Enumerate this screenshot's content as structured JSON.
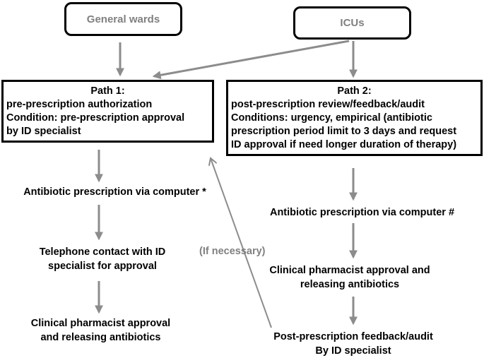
{
  "nodes": {
    "general_wards": "General wards",
    "icus": "ICUs",
    "path1": {
      "title": "Path 1:",
      "lines": [
        "pre-prescription authorization",
        "Condition: pre-prescription approval",
        "by ID specialist"
      ]
    },
    "path2": {
      "title": "Path 2:",
      "lines": [
        "post-prescription review/feedback/audit",
        "Conditions: urgency, empirical (antibiotic",
        "prescription period limit to 3 days and request",
        "ID approval if need longer duration of therapy)"
      ]
    },
    "left_steps": {
      "step1": "Antibiotic prescription via computer *",
      "step2": [
        "Telephone contact with ID",
        "specialist for approval"
      ],
      "step3": [
        "Clinical pharmacist approval",
        "and releasing antibiotics"
      ]
    },
    "right_steps": {
      "step1": "Antibiotic prescription via computer #",
      "step2": [
        "Clinical pharmacist approval and",
        "releasing antibiotics"
      ],
      "step3": [
        "Post-prescription feedback/audit",
        "By ID specialist"
      ]
    },
    "feedback_note": "(If necessary)"
  },
  "colors": {
    "arrow": "#8c8c8c",
    "border": "#000000",
    "muted_text": "#808080"
  }
}
